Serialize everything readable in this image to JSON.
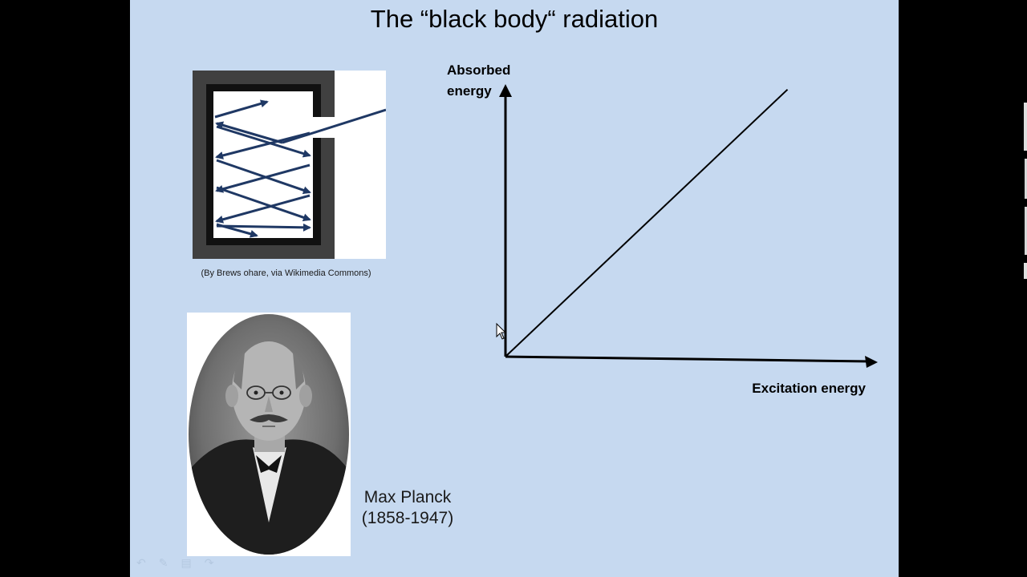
{
  "slide": {
    "title": "The “black body“ radiation",
    "background": "#c6d9f0"
  },
  "cavity_figure": {
    "caption": "(By Brews ohare, via Wikimedia Commons)",
    "wall_color": "#404040",
    "arrow_color": "#1f3864"
  },
  "portrait": {
    "name": "Max Planck",
    "years": "(1858-1947)"
  },
  "chart_data": {
    "type": "line",
    "xlabel": "Excitation energy",
    "ylabel_lines": [
      "Absorbed",
      "energy"
    ],
    "x": [
      0,
      1
    ],
    "y": [
      0,
      1
    ],
    "xlim": [
      0,
      1.32
    ],
    "ylim": [
      0,
      1.02
    ],
    "grid": false,
    "legend": "none"
  },
  "controls": {
    "prev_icon": "undo-arrow-icon",
    "pen_icon": "pen-icon",
    "menu_icon": "menu-icon",
    "next_icon": "redo-arrow-icon"
  }
}
